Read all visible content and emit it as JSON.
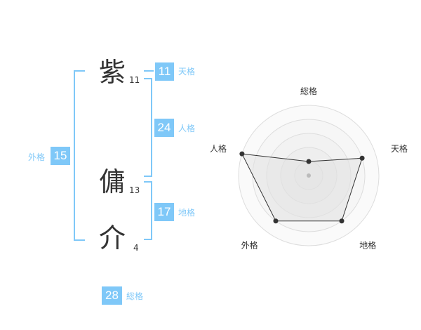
{
  "name": {
    "chars": [
      {
        "char": "紫",
        "strokes": "11"
      },
      {
        "char": "傭",
        "strokes": "13"
      },
      {
        "char": "介",
        "strokes": "4"
      }
    ]
  },
  "fortune": {
    "tenkaku": {
      "value": "11",
      "label": "天格"
    },
    "jinkaku": {
      "value": "24",
      "label": "人格"
    },
    "chikaku": {
      "value": "17",
      "label": "地格"
    },
    "gaikaku": {
      "value": "15",
      "label": "外格"
    },
    "soukaku": {
      "value": "28",
      "label": "総格"
    }
  },
  "colors": {
    "accent": "#7fc8f8",
    "text": "#333333"
  },
  "chart_data": {
    "type": "radar",
    "axes": [
      "総格",
      "天格",
      "地格",
      "外格",
      "人格"
    ],
    "values": [
      1,
      4,
      4,
      4,
      5
    ],
    "rmax": 5,
    "rings": 5
  }
}
